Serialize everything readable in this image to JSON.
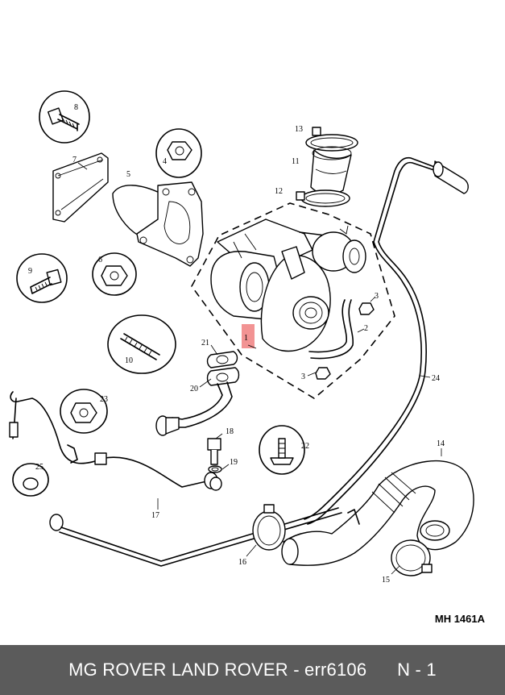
{
  "diagram": {
    "reference": "MH 1461A",
    "callouts": [
      "1",
      "2",
      "3",
      "3",
      "4",
      "5",
      "6",
      "7",
      "8",
      "9",
      "10",
      "11",
      "12",
      "13",
      "14",
      "15",
      "16",
      "17",
      "18",
      "19",
      "20",
      "21",
      "22",
      "23",
      "24",
      "25"
    ],
    "highlight_color": "#f08080"
  },
  "footer": {
    "title": "MG ROVER LAND ROVER - err6106",
    "page": "N - 1",
    "background": "#5b5b5b"
  }
}
